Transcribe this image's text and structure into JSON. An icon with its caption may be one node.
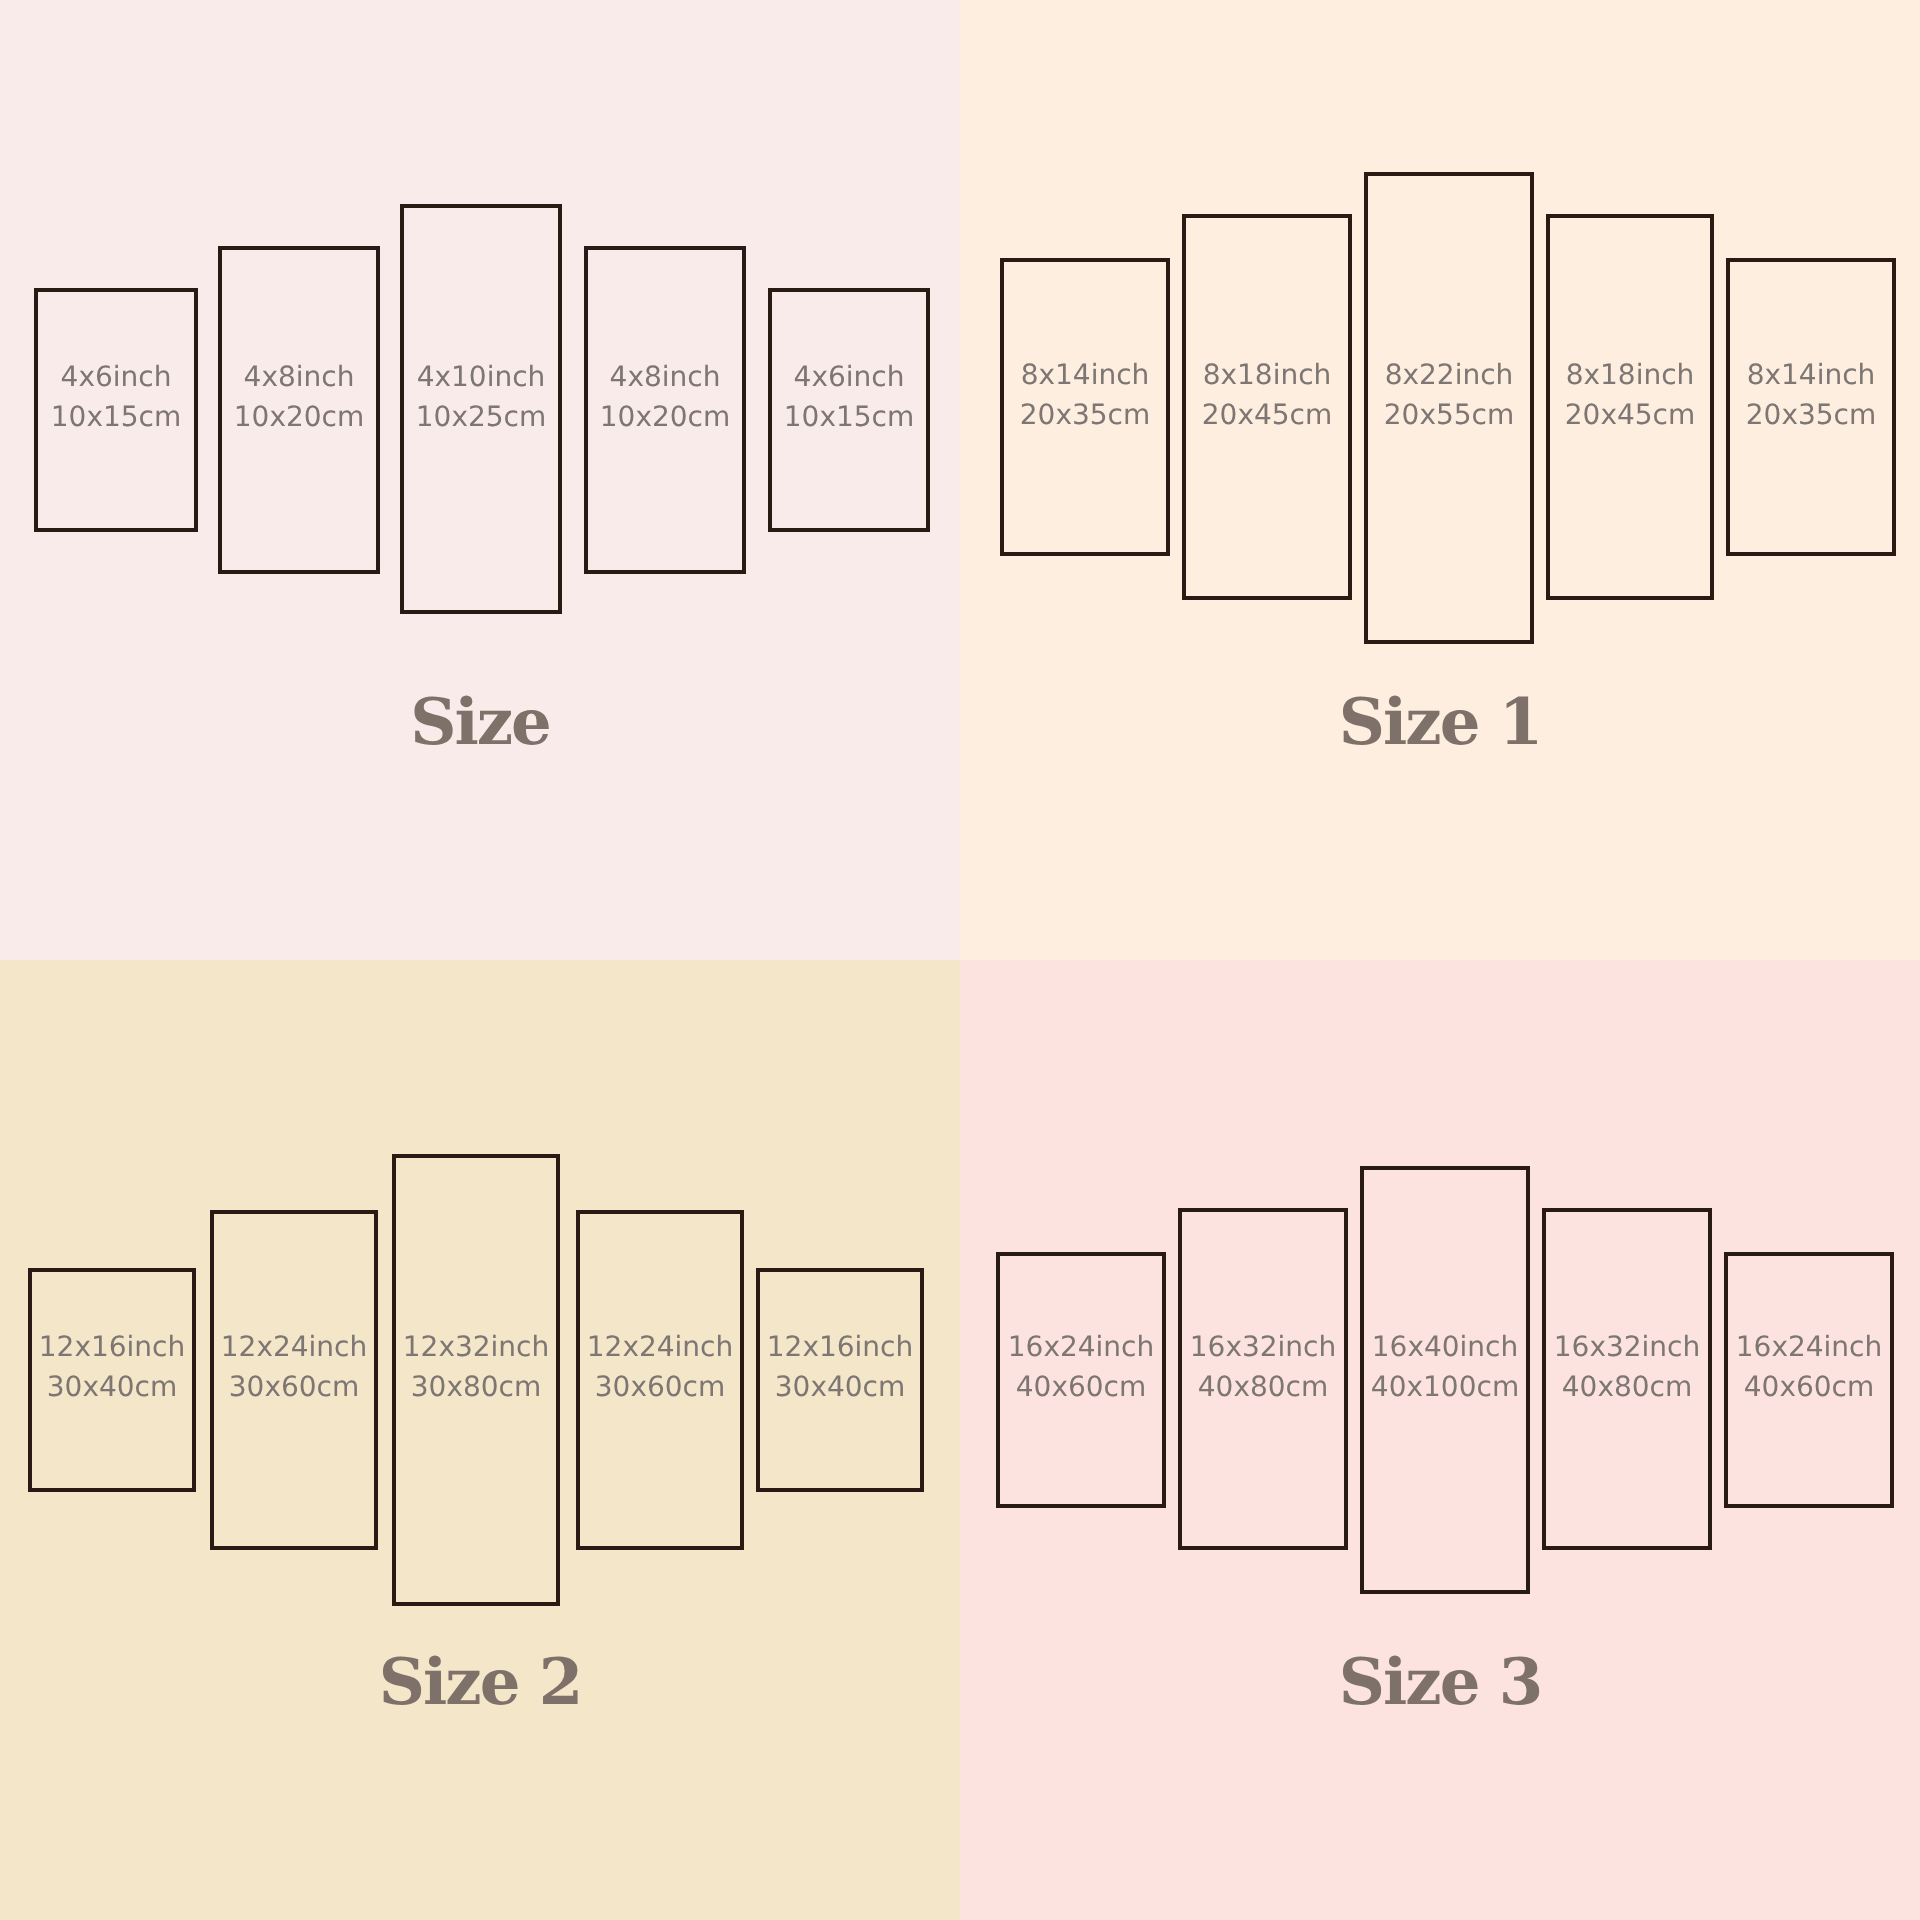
{
  "diagram": {
    "nodes": [
      {
        "text": [
          "Size"
        ]
      },
      {
        "text": [
          "4x6inch",
          "10x15cm"
        ],
        "in": 0
      },
      {
        "text": [
          "4x8inch",
          "10x20cm"
        ],
        "in": 0
      },
      {
        "text": [
          "4x10inch",
          "10x25cm"
        ],
        "in": 0
      },
      {
        "text": [
          "4x8inch",
          "10x20cm"
        ],
        "in": 0
      },
      {
        "text": [
          "4x6inch",
          "10x15cm"
        ],
        "in": 0
      },
      {
        "text": [
          "Size 1"
        ]
      },
      {
        "text": [
          "8x14inch",
          "20x35cm"
        ],
        "in": 6
      },
      {
        "text": [
          "8x18inch",
          "20x45cm"
        ],
        "in": 6
      },
      {
        "text": [
          "8x22inch",
          "20x55cm"
        ],
        "in": 6
      },
      {
        "text": [
          "8x18inch",
          "20x45cm"
        ],
        "in": 6
      },
      {
        "text": [
          "8x14inch",
          "20x35cm"
        ],
        "in": 6
      },
      {
        "text": [
          "Size 2"
        ]
      },
      {
        "text": [
          "12x16inch",
          "30x40cm"
        ],
        "in": 12
      },
      {
        "text": [
          "12x24inch",
          "30x60cm"
        ],
        "in": 12
      },
      {
        "text": [
          "12x32inch",
          "30x80cm"
        ],
        "in": 12
      },
      {
        "text": [
          "12x24inch",
          "30x60cm"
        ],
        "in": 12
      },
      {
        "text": [
          "12x16inch",
          "30x40cm"
        ],
        "in": 12
      },
      {
        "text": [
          "Size 3"
        ]
      },
      {
        "text": [
          "16x24inch",
          "40x60cm"
        ],
        "in": 18
      },
      {
        "text": [
          "16x32inch",
          "40x80cm"
        ],
        "in": 18
      },
      {
        "text": [
          "16x40inch",
          "40x100cm"
        ],
        "in": 18
      },
      {
        "text": [
          "16x32inch",
          "40x80cm"
        ],
        "in": 18
      },
      {
        "text": [
          "16x24inch",
          "40x60cm"
        ],
        "in": 18
      }
    ],
    "edges": []
  }
}
